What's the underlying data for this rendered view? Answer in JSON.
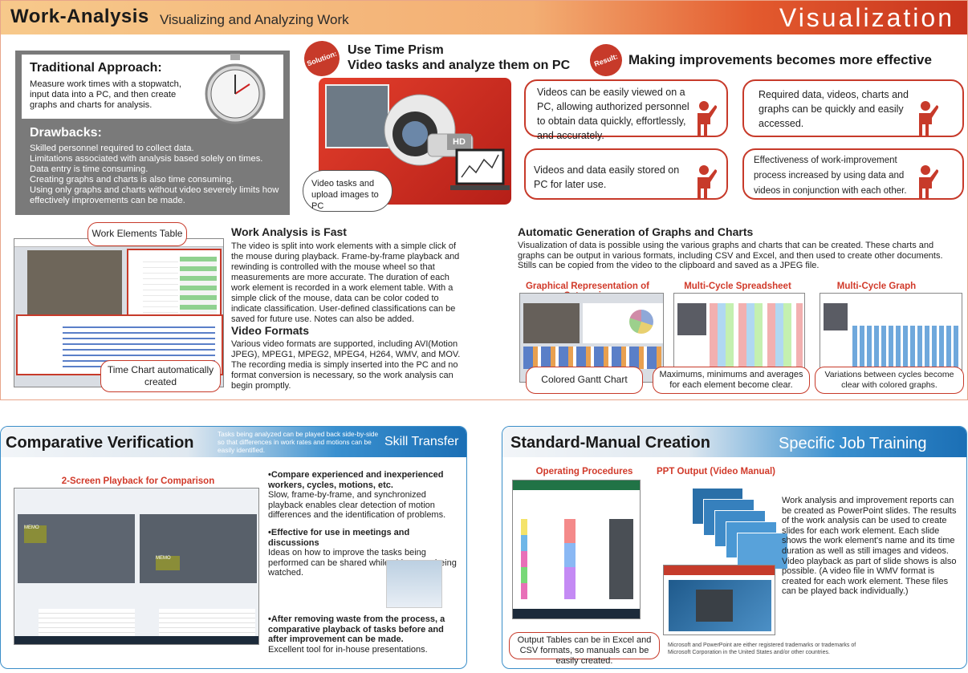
{
  "header": {
    "title": "Work-Analysis",
    "subtitle": "Visualizing and Analyzing Work",
    "right_title": "Visualization"
  },
  "traditional": {
    "heading": "Traditional Approach:",
    "text": "Measure work times with a stopwatch, input data into a PC, and then create graphs and charts for analysis.",
    "drawbacks_heading": "Drawbacks:",
    "drawbacks": [
      "Skilled personnel required to collect data.",
      "Limitations associated with analysis based solely on times.",
      "Data entry is time consuming.",
      "Creating graphs and charts is also time consuming.",
      "Using only graphs and charts without video severely limits how effectively improvements can be made."
    ]
  },
  "solution": {
    "badge": "Solution:",
    "title_line1": "Use Time Prism",
    "title_line2": "Video tasks and analyze them on PC",
    "bubble": "Video tasks and upload images to PC",
    "hd_label": "HD"
  },
  "result": {
    "badge": "Result:",
    "title": "Making improvements becomes more effective",
    "boxes": [
      "Videos can be easily viewed on a PC, allowing authorized personnel to obtain  data quickly, effortlessly, and accurately.",
      "Required data, videos, charts and graphs can be quickly and easily accessed.",
      "Videos and data easily stored on PC for later use.",
      "Effectiveness of work-improvement process increased by using data and videos in conjunction with each other."
    ]
  },
  "work_fast": {
    "callout_table": "Work Elements Table",
    "callout_chart": "Time Chart automatically created",
    "heading": "Work Analysis is Fast",
    "text": "The video is split into work elements with a simple click of the mouse during playback. Frame-by-frame playback and rewinding is controlled with the mouse wheel so that measurements are more accurate. The duration of each work element is recorded in a work element table. With a simple click of the mouse, data can be color coded to indicate classification. User-defined classifications can be saved for future use. Notes can also be added.",
    "formats_heading": "Video Formats",
    "formats_text": "Various video formats are supported, including AVI(Motion JPEG), MPEG1, MPEG2, MPEG4, H264, WMV, and MOV. The recording media is simply inserted into the PC and no format conversion is necessary, so the work analysis can begin promptly."
  },
  "auto": {
    "heading": "Automatic Generation of Graphs and Charts",
    "text": "Visualization of data is possible using the various graphs and charts that can be created. These charts and graphs can be output in various formats, including CSV and Excel, and then used to create other documents. Stills can be copied from the video to the clipboard and saved as a JPEG file.",
    "labels": [
      "Graphical Representation of Categories",
      "Multi-Cycle Spreadsheet",
      "Multi-Cycle Graph"
    ],
    "bubbles": [
      "Colored Gantt Chart",
      "Maximums, minimums and averages for each element become clear.",
      "Variations between cycles become clear with colored graphs."
    ]
  },
  "comparative": {
    "title": "Comparative Verification",
    "note": "Tasks being analyzed can be played back side-by-side so that differences in work rates and motions can be easily identified.",
    "right_title": "Skill Transfer",
    "screen_label": "2-Screen Playback for Comparison",
    "bullets": [
      {
        "head": "•Compare experienced and inexperienced workers, cycles, motions, etc.",
        "body": "Slow, frame-by-frame, and synchronized playback enables clear detection of motion differences and the identification of problems."
      },
      {
        "head": "•Effective for use in meetings and discussions",
        "body": "Ideas on how to improve the tasks being performed can be shared while videos are being watched."
      },
      {
        "head": "•After removing waste from the process, a comparative playback of tasks before and after improvement can be made.",
        "body": "Excellent tool for in-house presentations."
      }
    ],
    "memo": "MEMO"
  },
  "manual": {
    "title": "Standard-Manual Creation",
    "right_title": "Specific Job Training",
    "label_ops": "Operating Procedures",
    "label_ppt": "PPT Output (Video Manual)",
    "bubble": "Output Tables can be in Excel and CSV formats, so manuals can be easily created.",
    "text": "Work analysis and improvement reports can be created as PowerPoint slides. The results of the work analysis can be used to create slides for each work element. Each slide shows the work element's name and its time duration as well as still images and videos. Video playback as part of slide shows is also possible. (A video file in WMV format is created for each work element. These files can be played back individually.)",
    "trademark": "Microsoft and PowerPoint are either registered trademarks or trademarks of Microsoft Corporation in the United States and/or other countries."
  },
  "colors": {
    "accent_red": "#c73a2a",
    "accent_blue": "#1b6fb5",
    "orange": "#f3ae73"
  }
}
